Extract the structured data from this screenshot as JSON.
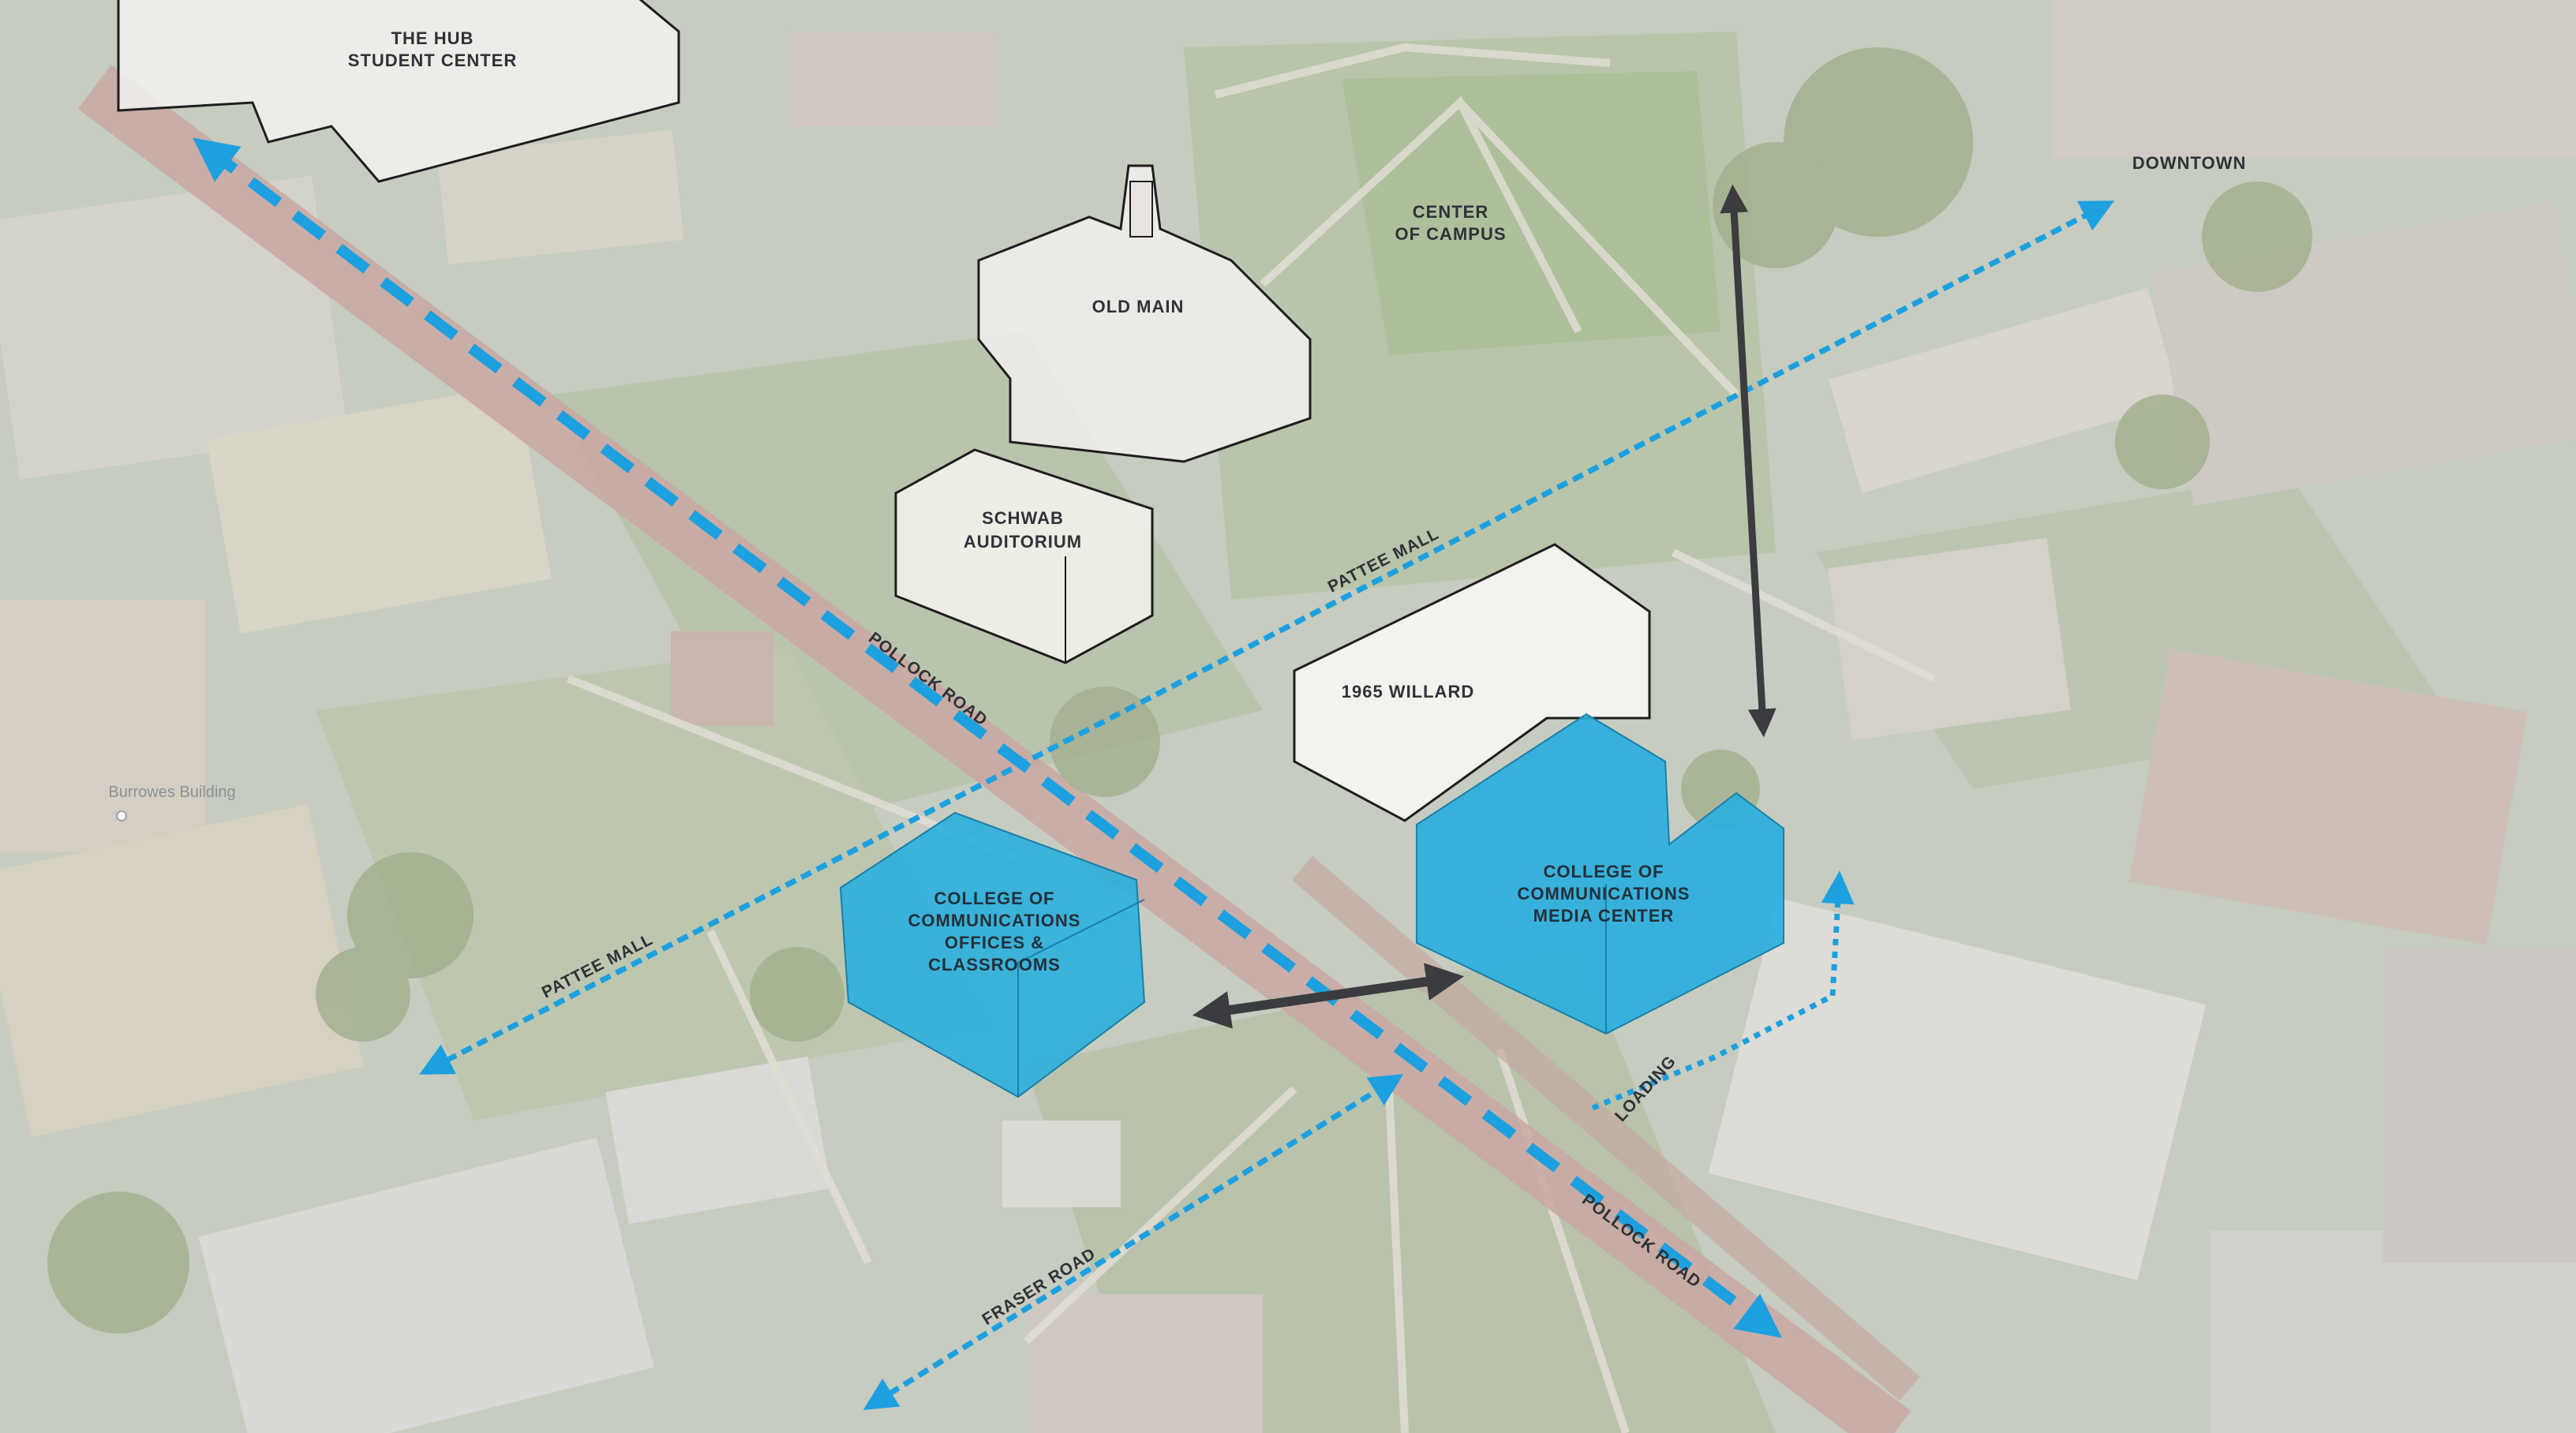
{
  "map": {
    "buildings": {
      "hub": [
        "THE HUB",
        "STUDENT CENTER"
      ],
      "old_main": [
        "OLD MAIN"
      ],
      "schwab": [
        "SCHWAB",
        "AUDITORIUM"
      ],
      "willard": [
        "1965 WILLARD"
      ],
      "comm_offices": [
        "COLLEGE OF",
        "COMMUNICATIONS",
        "OFFICES &",
        "CLASSROOMS"
      ],
      "comm_media": [
        "COLLEGE OF",
        "COMMUNICATIONS",
        "MEDIA CENTER"
      ]
    },
    "areas": {
      "center": [
        "CENTER",
        "OF CAMPUS"
      ],
      "downtown": "DOWNTOWN"
    },
    "roads": {
      "pollock_upper": "POLLOCK ROAD",
      "pollock_lower": "POLLOCK ROAD",
      "pattee_upper": "PATTEE MALL",
      "pattee_lower": "PATTEE MALL",
      "fraser": "FRASER ROAD",
      "loading": "LOADING"
    },
    "basemap_label": "Burrowes Building",
    "colors": {
      "route_blue": "#1da0e0",
      "highlight_building": "#27aede",
      "arrow_dark": "#3b3c3f",
      "outline_building": "#ffffff"
    }
  }
}
